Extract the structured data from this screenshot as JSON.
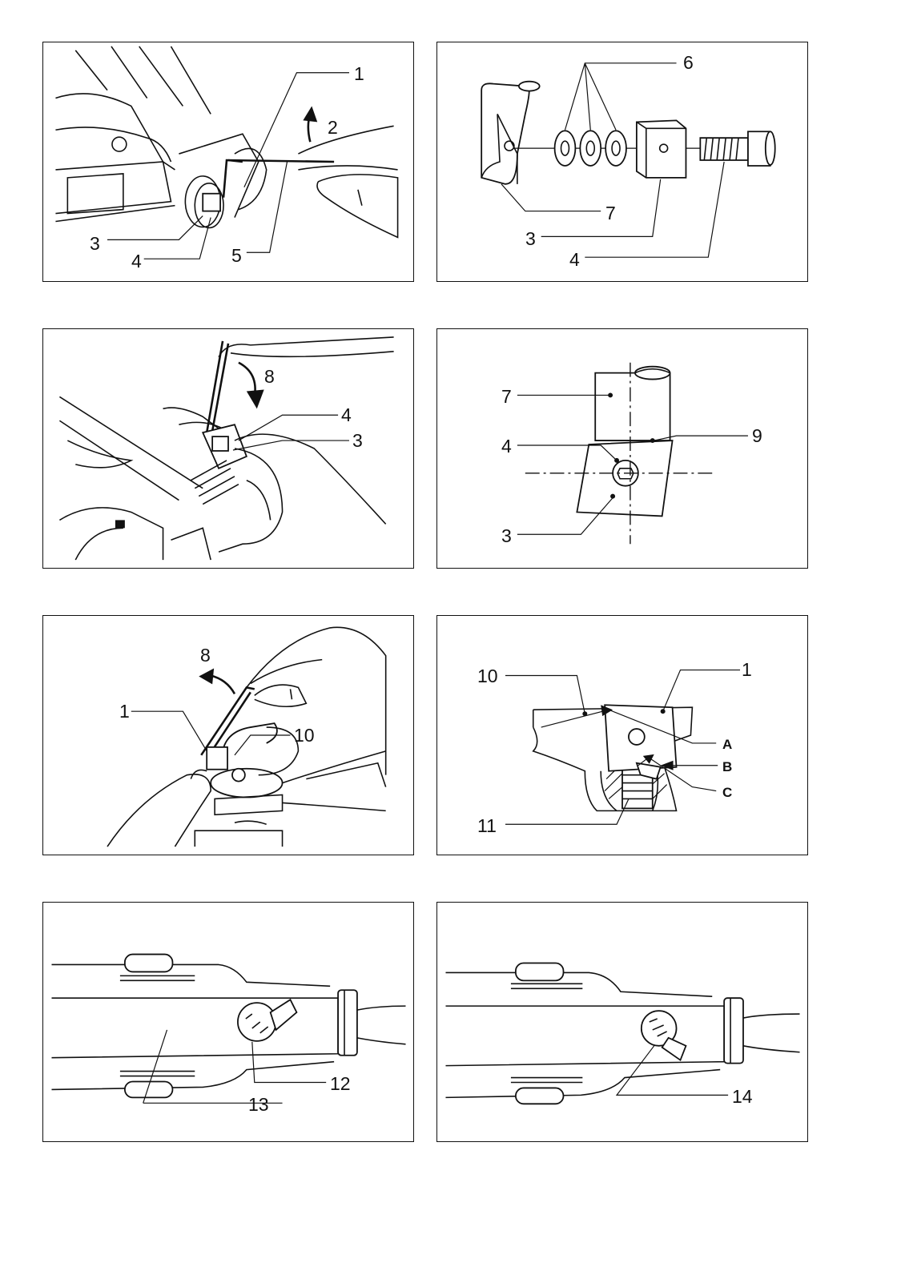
{
  "figures": [
    {
      "id": "fig1",
      "labels": [
        "1",
        "2",
        "3",
        "4",
        "5"
      ]
    },
    {
      "id": "fig2",
      "labels": [
        "6",
        "7",
        "3",
        "4"
      ]
    },
    {
      "id": "fig3",
      "labels": [
        "8",
        "4",
        "3"
      ]
    },
    {
      "id": "fig4",
      "labels": [
        "7",
        "9",
        "4",
        "3"
      ]
    },
    {
      "id": "fig5",
      "labels": [
        "8",
        "1",
        "10"
      ]
    },
    {
      "id": "fig6",
      "labels": [
        "10",
        "1",
        "A",
        "B",
        "C",
        "11"
      ]
    },
    {
      "id": "fig7",
      "labels": [
        "12",
        "13"
      ]
    },
    {
      "id": "fig8",
      "labels": [
        "14"
      ]
    }
  ]
}
